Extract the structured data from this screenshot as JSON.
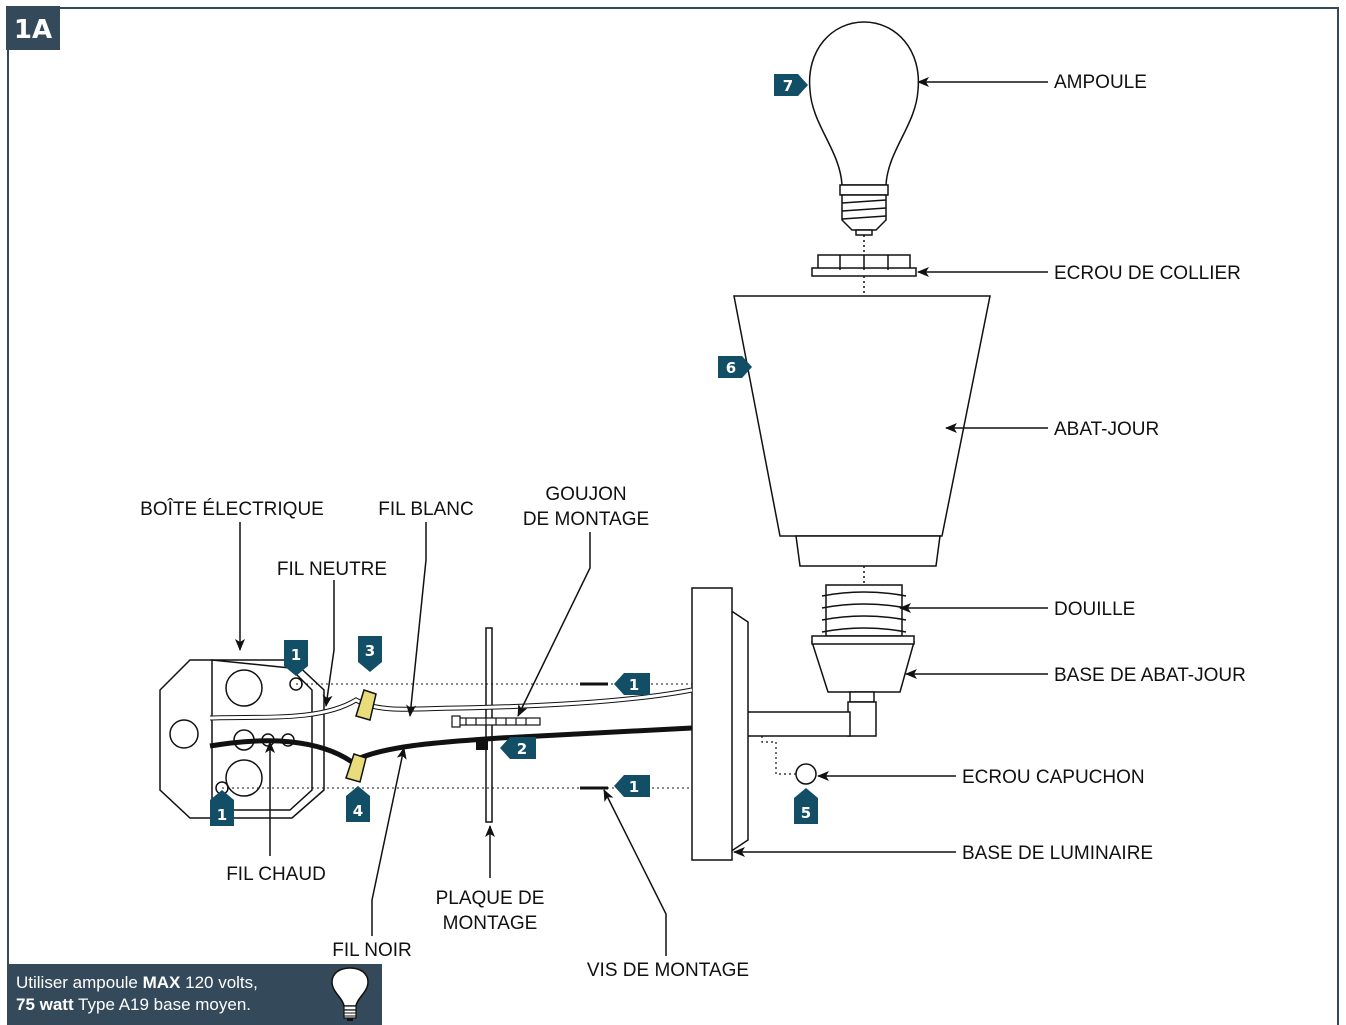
{
  "figure_id": "1A",
  "labels": {
    "ampoule": "AMPOULE",
    "ecrou_collier": "ECROU DE COLLIER",
    "abat_jour": "ABAT-JOUR",
    "douille": "DOUILLE",
    "base_abat_jour": "BASE DE ABAT-JOUR",
    "ecrou_capuchon": "ECROU CAPUCHON",
    "base_luminaire": "BASE DE LUMINAIRE",
    "boite_electrique": "BOÎTE ÉLECTRIQUE",
    "fil_neutre": "FIL NEUTRE",
    "fil_blanc": "FIL BLANC",
    "goujon_1": "GOUJON",
    "goujon_2": "DE MONTAGE",
    "fil_chaud": "FIL CHAUD",
    "fil_noir": "FIL NOIR",
    "plaque_1": "PLAQUE DE",
    "plaque_2": "MONTAGE",
    "vis_montage": "VIS DE MONTAGE"
  },
  "steps": {
    "s1a": "1",
    "s1b": "1",
    "s1c": "1",
    "s1d": "1",
    "s2": "2",
    "s3": "3",
    "s4": "4",
    "s5": "5",
    "s6": "6",
    "s7": "7"
  },
  "note": {
    "part1": "Utiliser ampoule ",
    "max": "MAX",
    "part2": " 120 volts,",
    "watt": "75 watt",
    "part3": " Type  A19 base moyen."
  },
  "colors": {
    "badge": "#124e66",
    "header": "#34495a",
    "wire_nut": "#e9dc7a",
    "frame": "#34495a"
  }
}
